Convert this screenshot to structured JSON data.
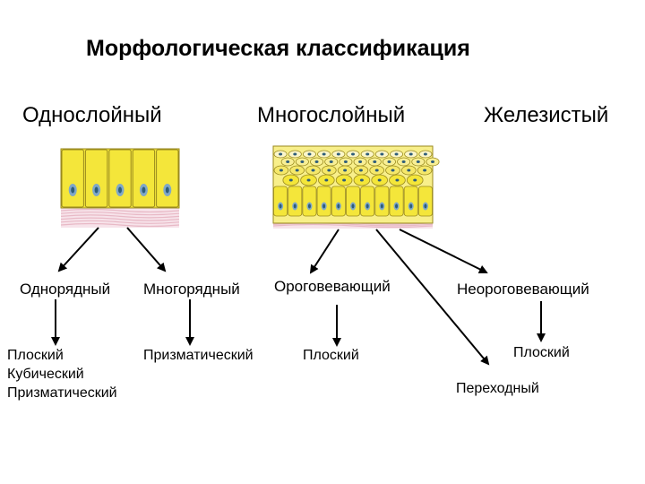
{
  "title": "Морфологическая классификация",
  "categories": {
    "single": "Однослойный",
    "multi": "Многослойный",
    "glandular": "Железистый"
  },
  "subtypes": {
    "single_row": "Однорядный",
    "multi_row": "Многорядный",
    "keratinizing": "Ороговевающий",
    "non_keratinizing": "Неороговевающий"
  },
  "leaves": {
    "single_row_types": [
      "Плоский",
      "Кубический",
      "Призматический"
    ],
    "multi_row_type": "Призматический",
    "keratinizing_type": "Плоский",
    "non_keratinizing_type": "Плоский",
    "transitional": "Переходный"
  },
  "colors": {
    "cell_fill": "#f4e63a",
    "cell_stroke": "#9a8a1e",
    "nucleus": "#2e5d7a",
    "membrane": "#e8b9c6",
    "arrow": "#000000"
  }
}
